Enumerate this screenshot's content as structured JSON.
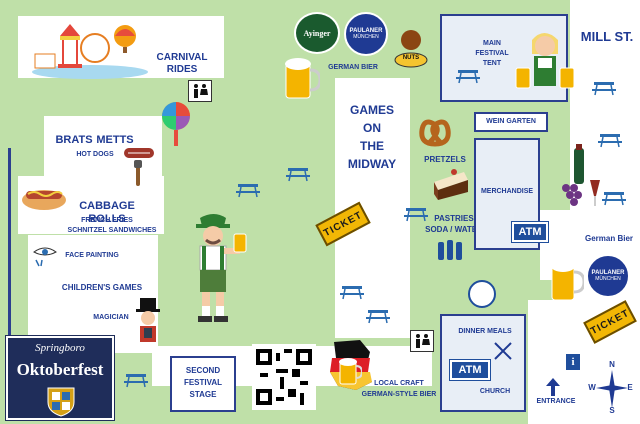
{
  "zones": {
    "carnival_rides": "CARNIVAL RIDES",
    "brats": "BRATS",
    "metts": "METTS",
    "hot_dogs": "HOT DOGS",
    "cabbage_rolls": "CABBAGE ROLLS",
    "french_fries": "FRENCH FRIES",
    "schnitzel": "SCHNITZEL SANDWICHES",
    "face_painting": "FACE PAINTING",
    "childrens_games": "CHILDREN'S GAMES",
    "magician": "MAGICIAN",
    "second_stage_line1": "SECOND",
    "second_stage_line2": "FESTIVAL",
    "second_stage_line3": "STAGE",
    "german_bier_top": "GERMAN BIER",
    "games_line1": "GAMES",
    "games_line2": "ON",
    "games_line3": "THE",
    "games_line4": "MIDWAY",
    "pretzels": "PRETZELS",
    "pastries_line1": "PASTRIES",
    "pastries_line2": "SODA / WATER",
    "main_tent_line1": "MAIN",
    "main_tent_line2": "FESTIVAL",
    "main_tent_line3": "TENT",
    "wein_garten": "WEIN GARTEN",
    "merchandise": "MERCHANDISE",
    "german_bier_right": "German Bier",
    "dinner_meals": "DINNER MEALS",
    "church": "CHURCH",
    "local_craft_line1": "LOCAL CRAFT",
    "local_craft_line2": "GERMAN-STYLE BIER",
    "entrance": "ENTRANCE",
    "mill_st": "MILL ST."
  },
  "signs": {
    "atm": "ATM",
    "ticket": "TICKET",
    "info": "i"
  },
  "brands": {
    "ayinger": "Ayinger",
    "paulaner": "PAULANER",
    "muenchen": "MÜNCHEN",
    "nuts": "NUTS"
  },
  "logo": {
    "line1": "Springboro",
    "line2": "Oktoberfest"
  },
  "compass": {
    "n": "N",
    "s": "S",
    "e": "E",
    "w": "W"
  },
  "colors": {
    "grass": "#bfe0a8",
    "path": "#ffffff",
    "label": "#1f3a93",
    "tent_fill": "#e8eef6",
    "atm": "#1f4e9c",
    "ticket": "#f2b705"
  }
}
